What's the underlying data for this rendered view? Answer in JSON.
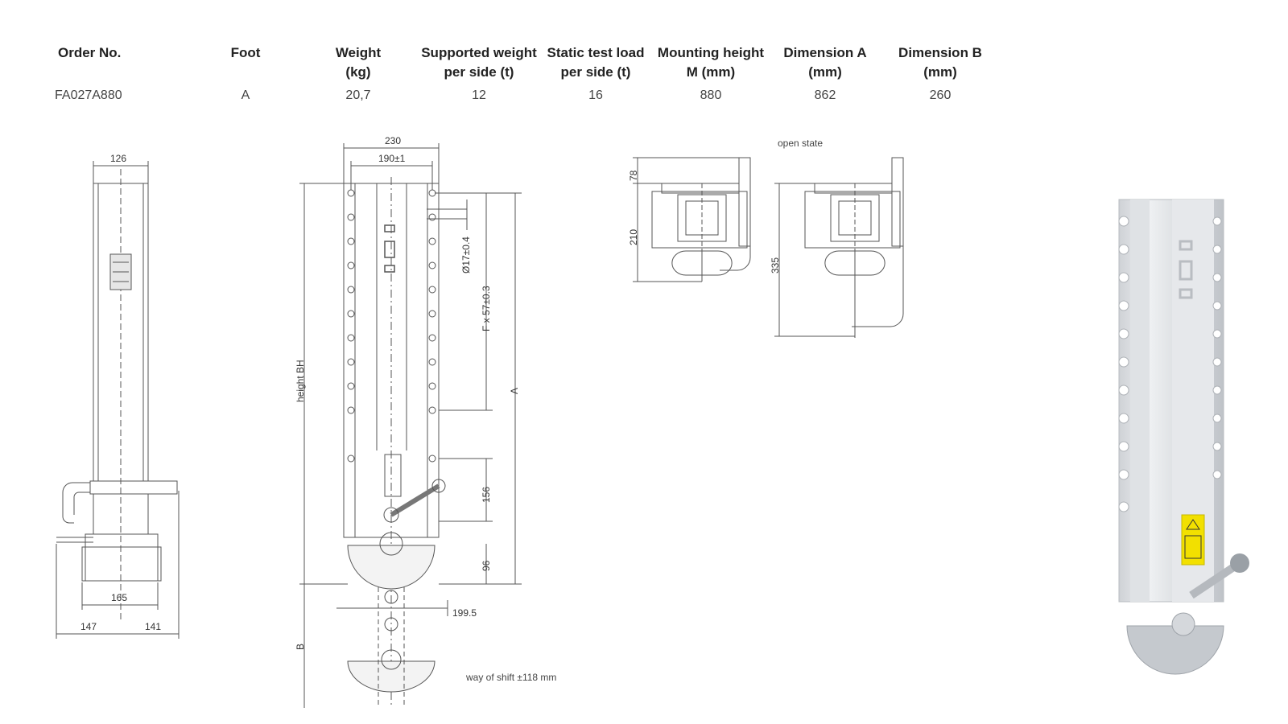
{
  "table": {
    "headers": {
      "order_no": "Order No.",
      "foot": "Foot",
      "weight_1": "Weight",
      "weight_2": "(kg)",
      "supported_1": "Supported weight",
      "supported_2": "per side (t)",
      "static_1": "Static test load",
      "static_2": "per side (t)",
      "mounting_1": "Mounting height",
      "mounting_2": "M (mm)",
      "dima_1": "Dimension A",
      "dima_2": "(mm)",
      "dimb_1": "Dimension B",
      "dimb_2": "(mm)"
    },
    "row": {
      "order_no": "FA027A880",
      "foot": "A",
      "weight": "20,7",
      "supported": "12",
      "static": "16",
      "mounting": "880",
      "dima": "862",
      "dimb": "260"
    }
  },
  "side_view": {
    "dim_top": "126",
    "dim_foot": "165",
    "dim_left": "147",
    "dim_right": "141"
  },
  "front_view": {
    "dim_230": "230",
    "dim_190": "190±1",
    "dim_hole": "Ø17±0.4",
    "dim_f": "F x 57±0.3",
    "dim_a": "A",
    "dim_156": "156",
    "dim_96": "96",
    "dim_height": "height BH",
    "dim_b": "B",
    "dim_199": "199.5",
    "shift_note": "way of shift ±118 mm"
  },
  "top_view": {
    "open_state": "open state",
    "dim_78": "78",
    "dim_210": "210",
    "dim_335": "335"
  },
  "colors": {
    "line": "#555555",
    "metal": "#d9dcdf",
    "yellow": "#f2e000"
  }
}
